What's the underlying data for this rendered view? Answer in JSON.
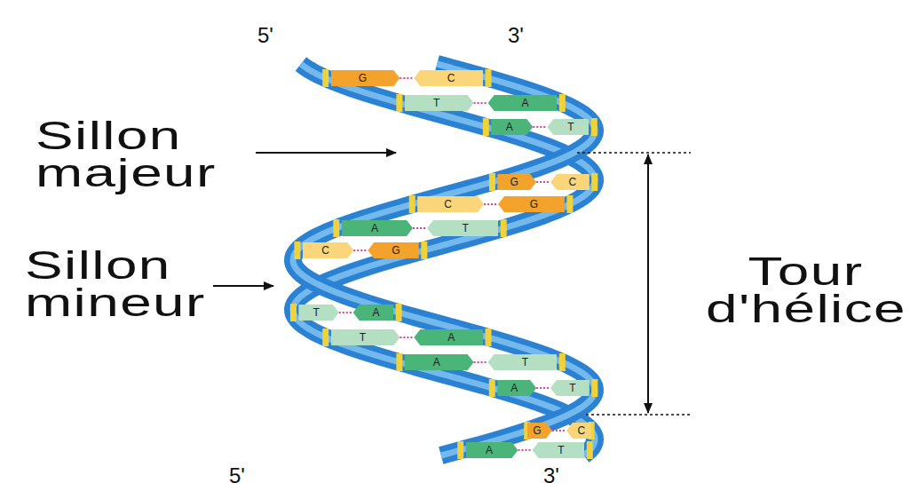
{
  "diagram": {
    "nodes": [
      {
        "text": [
          "G"
        ]
      },
      {
        "text": [
          "C"
        ]
      },
      {
        "text": [
          "T"
        ]
      },
      {
        "text": [
          "A"
        ]
      },
      {
        "text": [
          "A"
        ]
      },
      {
        "text": [
          "T"
        ]
      },
      {
        "text": [
          "G"
        ]
      },
      {
        "text": [
          "C"
        ]
      },
      {
        "text": [
          "C"
        ]
      },
      {
        "text": [
          "G"
        ]
      },
      {
        "text": [
          "A"
        ]
      },
      {
        "text": [
          "T"
        ]
      },
      {
        "text": [
          "C"
        ]
      },
      {
        "text": [
          "G"
        ]
      },
      {
        "text": [
          "T"
        ]
      },
      {
        "text": [
          "A"
        ]
      },
      {
        "text": [
          "T"
        ]
      },
      {
        "text": [
          "A"
        ]
      },
      {
        "text": [
          "A"
        ]
      },
      {
        "text": [
          "T"
        ]
      },
      {
        "text": [
          "A"
        ]
      },
      {
        "text": [
          "T"
        ]
      },
      {
        "text": [
          "G"
        ]
      },
      {
        "text": [
          "C"
        ]
      },
      {
        "text": [
          "A"
        ]
      },
      {
        "text": [
          "T"
        ]
      }
    ],
    "edges": [
      {
        "from": 0,
        "to": 1,
        "arrow": "none"
      },
      {
        "from": 2,
        "to": 3,
        "arrow": "none"
      },
      {
        "from": 4,
        "to": 5,
        "arrow": "none"
      },
      {
        "from": 6,
        "to": 7,
        "arrow": "none"
      },
      {
        "from": 8,
        "to": 9,
        "arrow": "none"
      },
      {
        "from": 10,
        "to": 11,
        "arrow": "none"
      },
      {
        "from": 12,
        "to": 13,
        "arrow": "none"
      },
      {
        "from": 14,
        "to": 15,
        "arrow": "none"
      },
      {
        "from": 16,
        "to": 17,
        "arrow": "none"
      },
      {
        "from": 18,
        "to": 19,
        "arrow": "none"
      },
      {
        "from": 20,
        "to": 21,
        "arrow": "none"
      },
      {
        "from": 22,
        "to": 23,
        "arrow": "none"
      },
      {
        "from": 24,
        "to": 25,
        "arrow": "none"
      }
    ],
    "labels": [
      "5'",
      "3'",
      "Sillon majeur",
      "Sillon mineur",
      "Tour d'hélice",
      "5'",
      "3'"
    ]
  }
}
